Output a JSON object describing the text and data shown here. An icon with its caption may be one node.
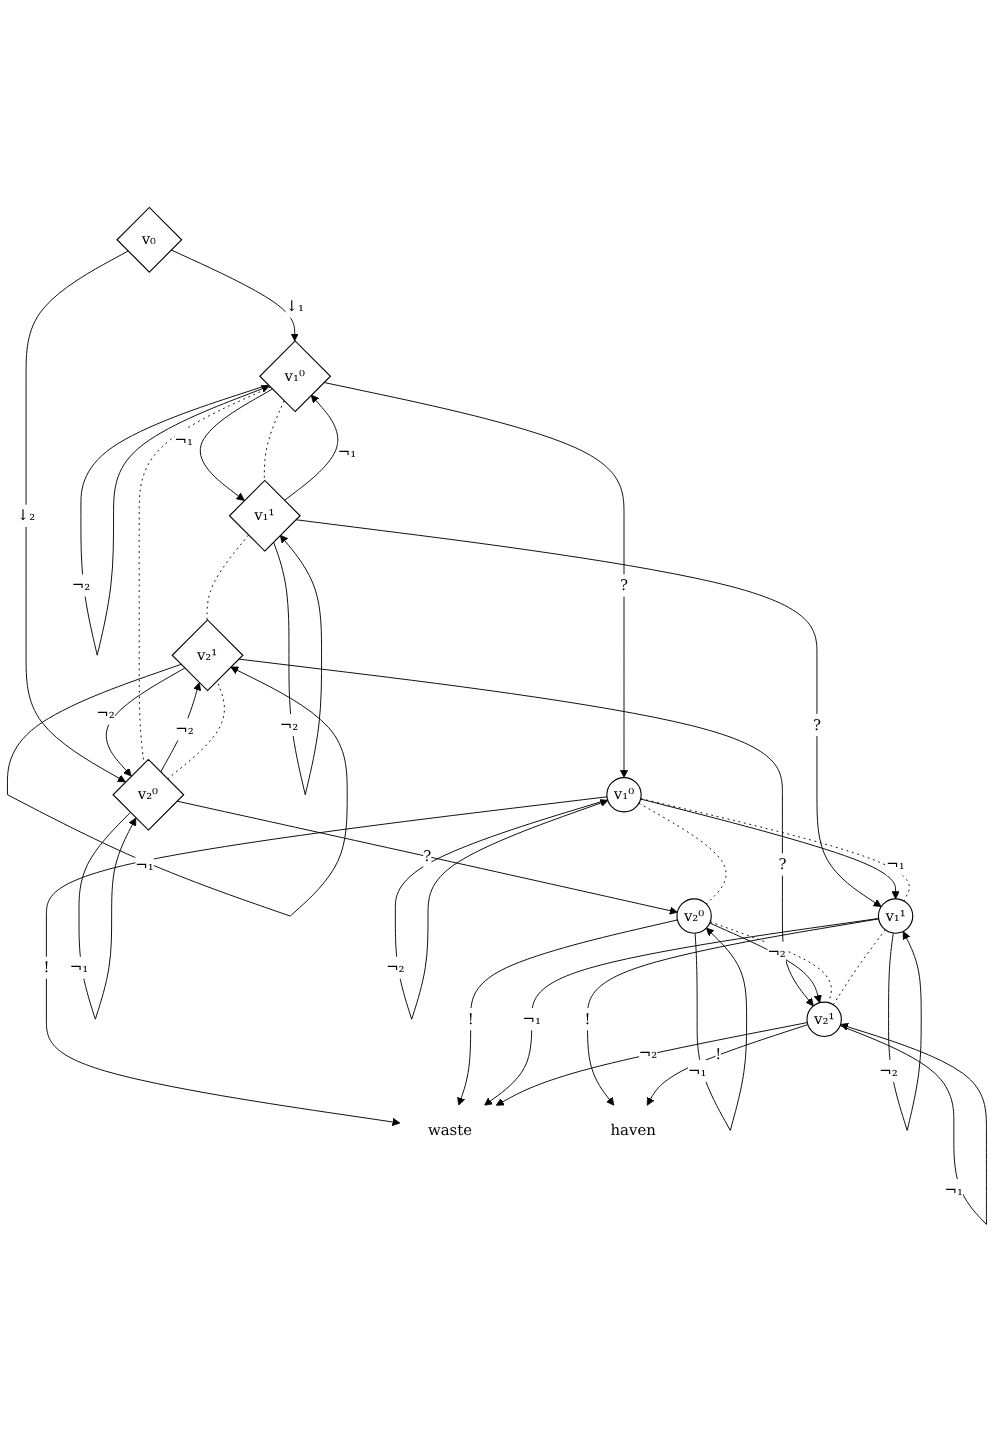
{
  "diagram": {
    "nodes": [
      {
        "text": [
          "v₀"
        ]
      },
      {
        "text": [
          "v₁⁰"
        ]
      },
      {
        "text": [
          "v₂⁰"
        ]
      },
      {
        "text": [
          "v₁¹"
        ]
      },
      {
        "text": [
          "v₂¹"
        ]
      },
      {
        "text": [
          "v₁⁰"
        ]
      },
      {
        "text": [
          "v₂⁰"
        ]
      },
      {
        "text": [
          "waste"
        ]
      },
      {
        "text": [
          "v₁¹"
        ]
      },
      {
        "text": [
          "v₂¹"
        ]
      },
      {
        "text": [
          "haven"
        ]
      }
    ],
    "edges": [
      {
        "from": 0,
        "to": 1,
        "arrow": "to",
        "label": "↓₁"
      },
      {
        "from": 0,
        "to": 2,
        "arrow": "to",
        "label": "↓₂"
      },
      {
        "from": 1,
        "to": 1,
        "arrow": "to",
        "label": "¬₂"
      },
      {
        "from": 2,
        "to": 2,
        "arrow": "to",
        "label": "¬₁"
      },
      {
        "from": 1,
        "to": 3,
        "arrow": "to",
        "label": "¬₁"
      },
      {
        "from": 3,
        "to": 1,
        "arrow": "to",
        "label": "¬₁"
      },
      {
        "from": 2,
        "to": 4,
        "arrow": "to",
        "label": "¬₂"
      },
      {
        "from": 4,
        "to": 2,
        "arrow": "to",
        "label": "¬₂"
      },
      {
        "from": 3,
        "to": 3,
        "arrow": "to",
        "label": "¬₂"
      },
      {
        "from": 4,
        "to": 4,
        "arrow": "to",
        "label": "¬₁"
      },
      {
        "from": 1,
        "to": 5,
        "arrow": "to",
        "label": "?"
      },
      {
        "from": 2,
        "to": 6,
        "arrow": "to",
        "label": "?"
      },
      {
        "from": 3,
        "to": 8,
        "arrow": "to",
        "label": "?"
      },
      {
        "from": 4,
        "to": 9,
        "arrow": "to",
        "label": "?"
      },
      {
        "from": 5,
        "to": 5,
        "arrow": "to",
        "label": "¬₂"
      },
      {
        "from": 6,
        "to": 6,
        "arrow": "to",
        "label": "¬₁"
      },
      {
        "from": 5,
        "to": 7,
        "arrow": "to",
        "label": "!"
      },
      {
        "from": 6,
        "to": 7,
        "arrow": "to",
        "label": "!"
      },
      {
        "from": 5,
        "to": 8,
        "arrow": "to",
        "label": "¬₁"
      },
      {
        "from": 6,
        "to": 9,
        "arrow": "to",
        "label": "¬₂"
      },
      {
        "from": 8,
        "to": 7,
        "arrow": "to",
        "label": "¬₁"
      },
      {
        "from": 9,
        "to": 7,
        "arrow": "to",
        "label": "¬₂"
      },
      {
        "from": 8,
        "to": 8,
        "arrow": "to",
        "label": "¬₂"
      },
      {
        "from": 9,
        "to": 9,
        "arrow": "to",
        "label": "¬₁"
      },
      {
        "from": 8,
        "to": 10,
        "arrow": "to",
        "label": "!"
      },
      {
        "from": 9,
        "to": 10,
        "arrow": "to",
        "label": "!"
      },
      {
        "from": 1,
        "to": 2,
        "arrow": "none",
        "style": "dashed"
      },
      {
        "from": 1,
        "to": 3,
        "arrow": "none",
        "style": "dashed"
      },
      {
        "from": 2,
        "to": 4,
        "arrow": "none",
        "style": "dashed"
      },
      {
        "from": 3,
        "to": 4,
        "arrow": "none",
        "style": "dashed"
      },
      {
        "from": 5,
        "to": 6,
        "arrow": "none",
        "style": "dashed"
      },
      {
        "from": 5,
        "to": 8,
        "arrow": "none",
        "style": "dashed"
      },
      {
        "from": 6,
        "to": 9,
        "arrow": "none",
        "style": "dashed"
      },
      {
        "from": 8,
        "to": 9,
        "arrow": "none",
        "style": "dashed"
      }
    ]
  }
}
